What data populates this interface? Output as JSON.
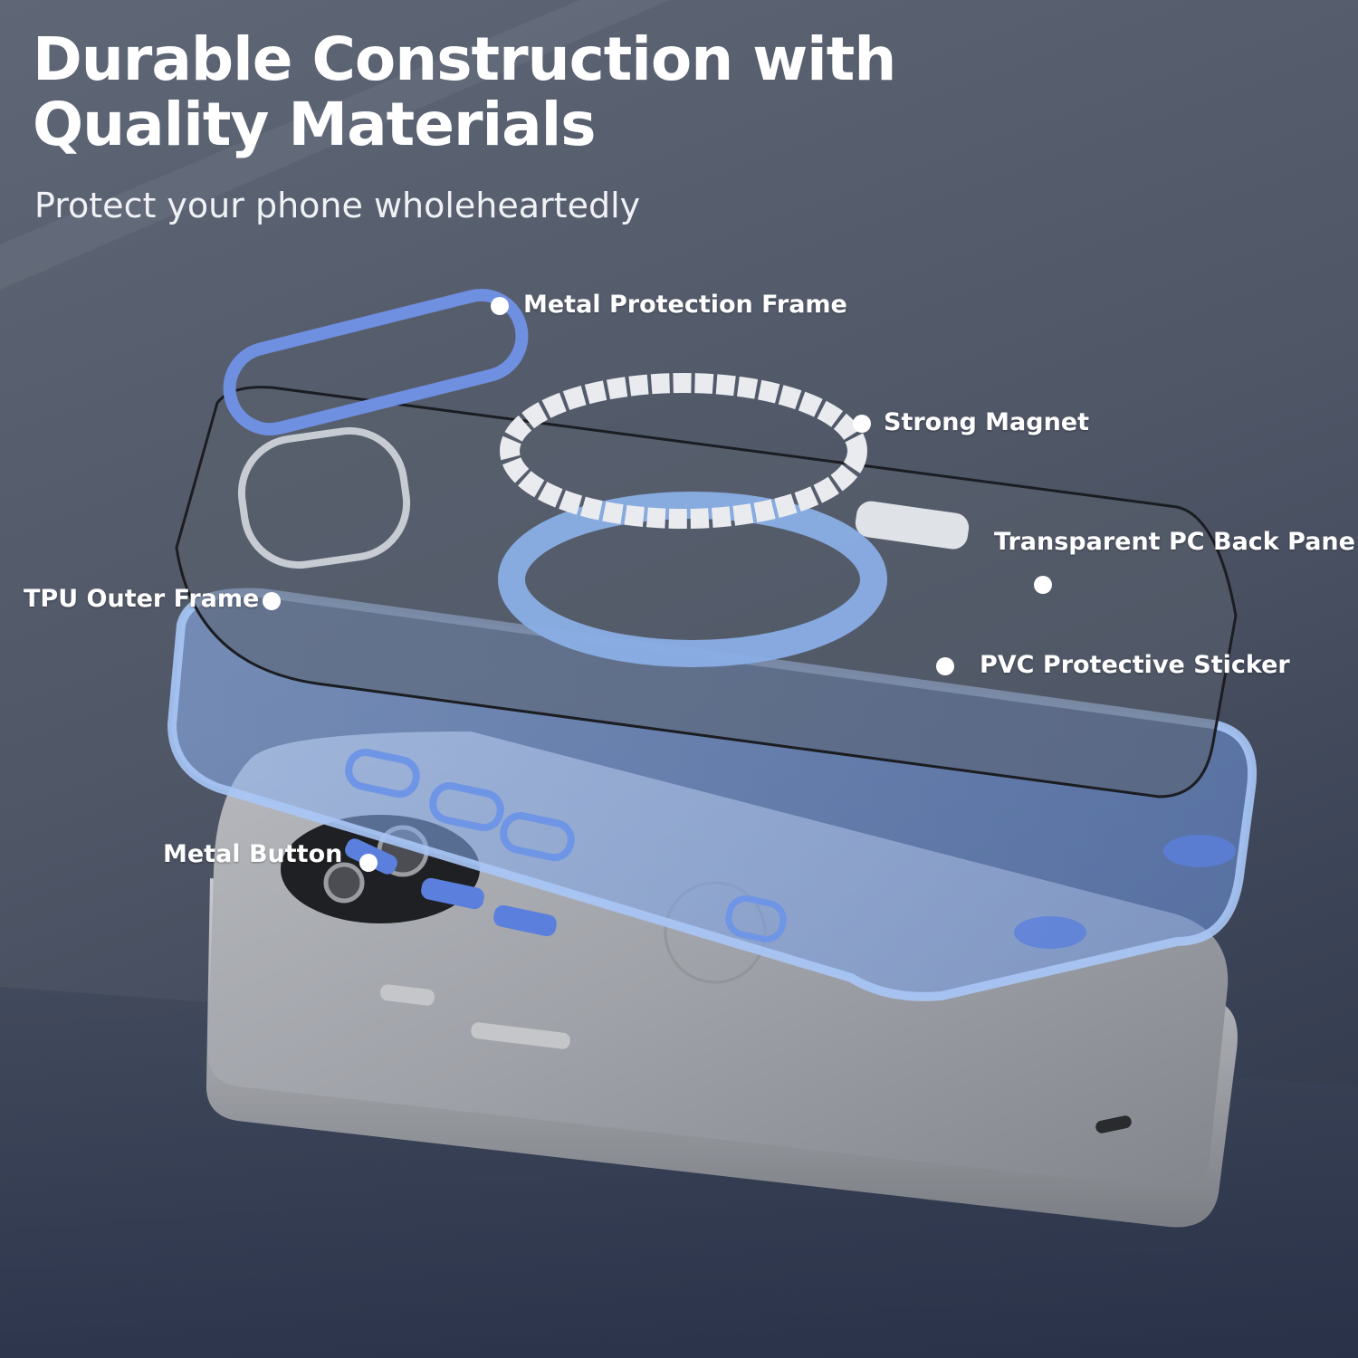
{
  "headline": {
    "line1": "Durable Construction with",
    "line2": "Quality Materials",
    "subtitle": "Protect your phone wholeheartedly"
  },
  "callouts": {
    "metal_frame": "Metal Protection Frame",
    "magnet": "Strong Magnet",
    "pc_back": "Transparent PC Back Pane",
    "tpu_frame": "TPU Outer Frame",
    "pvc_sticker": "PVC Protective Sticker",
    "metal_button": "Metal Button"
  },
  "colors": {
    "accent_blue": "#6f8fe0",
    "case_blue": "#7ea6ee",
    "magnet_blue": "#8aaee6",
    "phone_silver": "#9a9ca2"
  }
}
